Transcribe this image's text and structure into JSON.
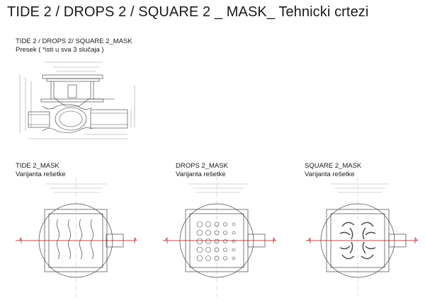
{
  "page_title": "TIDE 2 / DROPS 2 / SQUARE 2 _ MASK_ Tehnicki crtezi",
  "section": {
    "title": "TIDE 2 / DROPS 2/ SQUARE 2_MASK",
    "subtitle": "Presek ( *isti u sva 3 slučaja )"
  },
  "variants": [
    {
      "title": "TIDE 2_MASK",
      "subtitle": "Varijanta rešetke"
    },
    {
      "title": "DROPS 2_MASK",
      "subtitle": "Varijanta rešetke"
    },
    {
      "title": "SQUARE 2_MASK",
      "subtitle": "Varijanta rešetke"
    }
  ]
}
